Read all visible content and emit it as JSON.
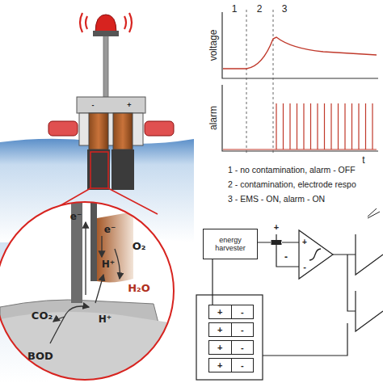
{
  "diagram": {
    "nodes": [
      {
        "text": [
          "energy harvester"
        ]
      },
      {
        "text": [
          "+",
          "-"
        ]
      },
      {
        "text": [
          "+",
          "-"
        ]
      },
      {
        "text": [
          "+",
          "-"
        ]
      },
      {
        "text": [
          "+",
          "-"
        ]
      }
    ],
    "edges": [
      {
        "from": 0,
        "to": 1,
        "arrow": "none"
      }
    ],
    "labels": [
      "1",
      "2",
      "3",
      "voltage",
      "alarm",
      "t",
      "1 - no contamination, alarm - OFF",
      "2 - contamination, electrode respo",
      "3 - EMS - ON, alarm - ON",
      "e⁻",
      "e⁻",
      "O₂",
      "H⁺",
      "H₂O",
      "CO₂",
      "H⁺",
      "BOD",
      "+",
      "-",
      "+",
      "-",
      "-",
      "+"
    ]
  }
}
